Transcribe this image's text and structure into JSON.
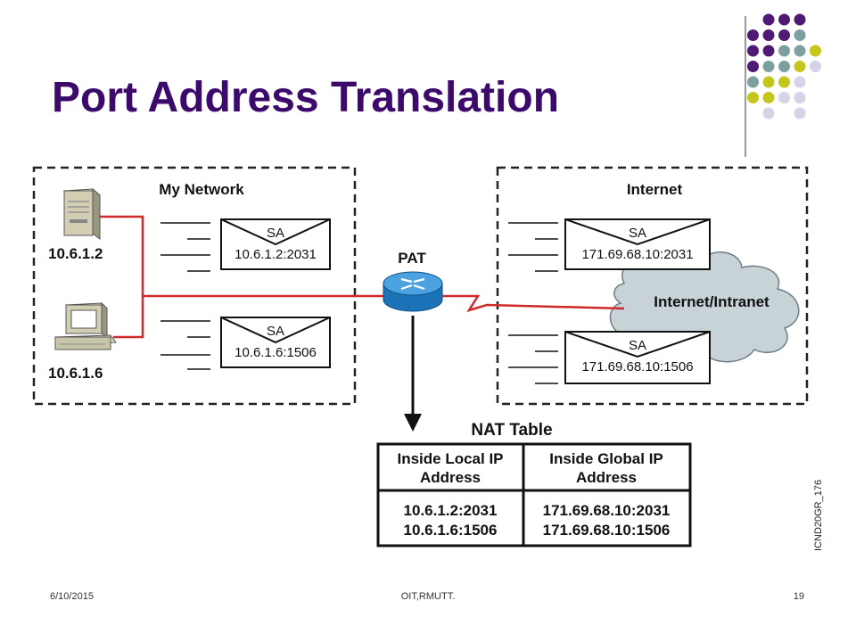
{
  "slide": {
    "title": "Port Address Translation",
    "date": "6/10/2015",
    "footer_center": "OIT,RMUTT.",
    "page_number": "19",
    "image_code": "ICND20GR_176",
    "decor_colors": {
      "purple": "#4e1a73",
      "teal": "#7d9fa0",
      "olive": "#c4c61c",
      "lavender": "#d4d3e8"
    }
  },
  "diagram": {
    "left_box_label": "My Network",
    "right_box_label": "Internet",
    "host1_ip": "10.6.1.2",
    "host2_ip": "10.6.1.6",
    "router_label": "PAT",
    "cloud_label": "Internet/Intranet",
    "envelopes": [
      {
        "sa": "SA",
        "addr": "10.6.1.2:2031"
      },
      {
        "sa": "SA",
        "addr": "10.6.1.6:1506"
      },
      {
        "sa": "SA",
        "addr": "171.69.68.10:2031"
      },
      {
        "sa": "SA",
        "addr": "171.69.68.10:1506"
      }
    ],
    "link_color": "#d02a2a",
    "nat_table": {
      "title": "NAT Table",
      "headers": [
        [
          "Inside Local IP",
          "Address"
        ],
        [
          "Inside Global IP",
          "Address"
        ]
      ],
      "local_rows": [
        "10.6.1.2:2031",
        "10.6.1.6:1506"
      ],
      "global_rows": [
        "171.69.68.10:2031",
        "171.69.68.10:1506"
      ]
    }
  }
}
